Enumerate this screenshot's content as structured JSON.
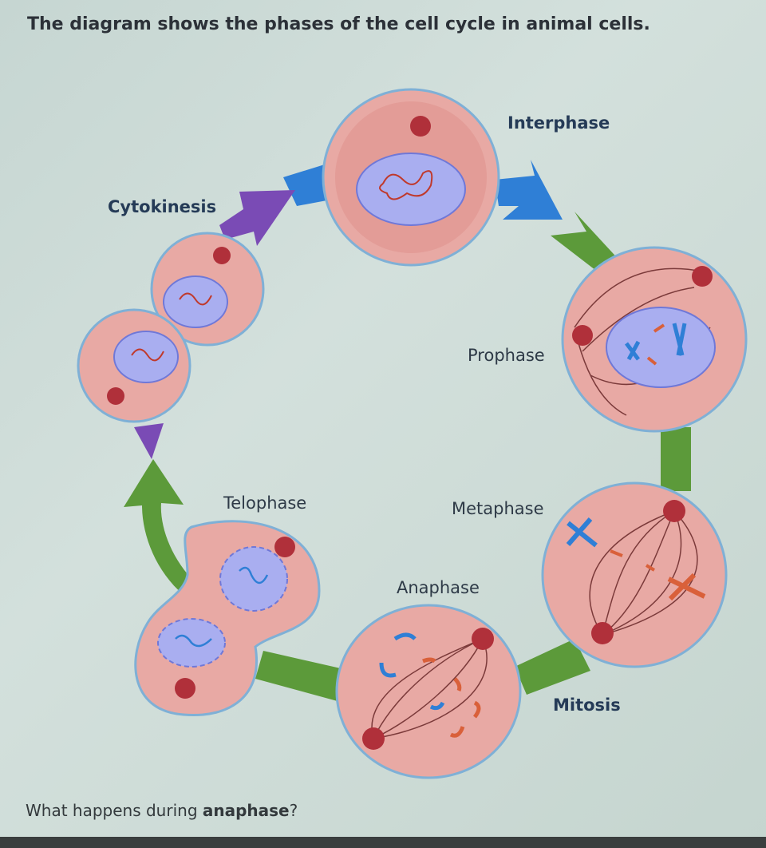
{
  "title": "The diagram shows the phases of the cell cycle in animal cells.",
  "labels": {
    "interphase": "Interphase",
    "cytokinesis": "Cytokinesis",
    "prophase": "Prophase",
    "metaphase": "Metaphase",
    "telophase": "Telophase",
    "anaphase": "Anaphase",
    "mitosis": "Mitosis"
  },
  "question": {
    "prefix": "What happens during ",
    "emphasis": "anaphase",
    "suffix": "?"
  },
  "colors": {
    "cell": "#e8a9a4",
    "nucleus": "#aab0ee",
    "green_arrow": "#5c9a3a",
    "blue_arrow": "#2f7fd6",
    "purple_arrow": "#7a4bb5"
  }
}
